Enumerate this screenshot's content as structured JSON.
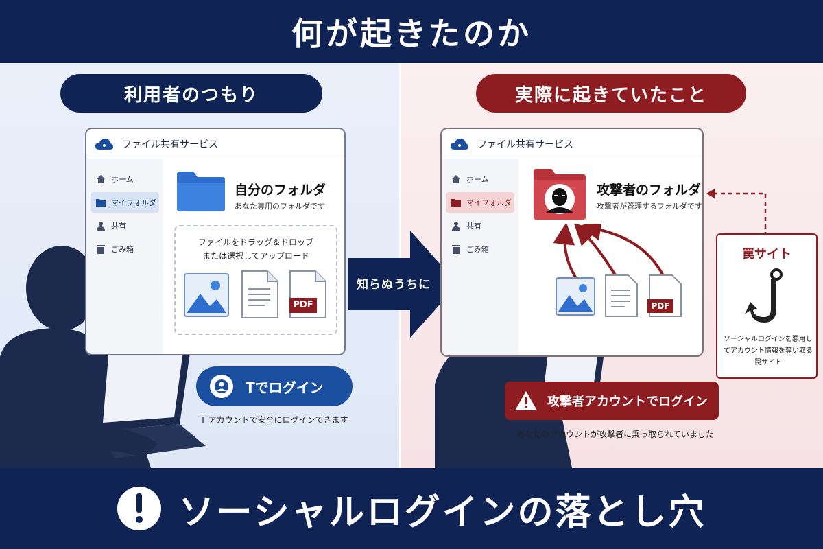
{
  "title": "何が起きたのか",
  "left": {
    "pill": "利用者のつもり",
    "window_title": "ファイル共有サービス",
    "sidebar": [
      {
        "label": "ホーム",
        "icon": "home-icon"
      },
      {
        "label": "マイフォルダ",
        "icon": "folder-icon"
      },
      {
        "label": "共有",
        "icon": "person-icon"
      },
      {
        "label": "ごみ箱",
        "icon": "trash-icon"
      }
    ],
    "folder_title": "自分のフォルダ",
    "folder_sub": "あなた専用のフォルダです",
    "dropzone_line1": "ファイルをドラッグ＆ドロップ",
    "dropzone_line2": "または選択してアップロード",
    "pdf_label": "PDF",
    "login_button": "Tでログイン",
    "caption": "T アカウントで安全にログインできます",
    "accent": "#1a4fa0"
  },
  "middle": {
    "arrow_label": "知らぬうちに"
  },
  "right": {
    "pill": "実際に起きていたこと",
    "window_title": "ファイル共有サービス",
    "sidebar": [
      {
        "label": "ホーム",
        "icon": "home-icon"
      },
      {
        "label": "マイフォルダ",
        "icon": "folder-icon"
      },
      {
        "label": "共有",
        "icon": "person-icon"
      },
      {
        "label": "ごみ箱",
        "icon": "trash-icon"
      }
    ],
    "folder_title": "攻撃者のフォルダ",
    "folder_sub": "攻撃者が管理するフォルダです",
    "pdf_label": "PDF",
    "warning": "攻撃者アカウントでログイン",
    "caption": "あなたのアカウントが攻撃者に乗っ取られていました",
    "trap_title": "罠サイト",
    "trap_desc": "ソーシャルログインを悪用してアカウント情報を奪い取る罠サイト",
    "accent": "#8e1d22"
  },
  "footer": "ソーシャルログインの落とし穴",
  "colors": {
    "navy": "#0f2455",
    "blue": "#1a4fa0",
    "red": "#8e1d22"
  }
}
